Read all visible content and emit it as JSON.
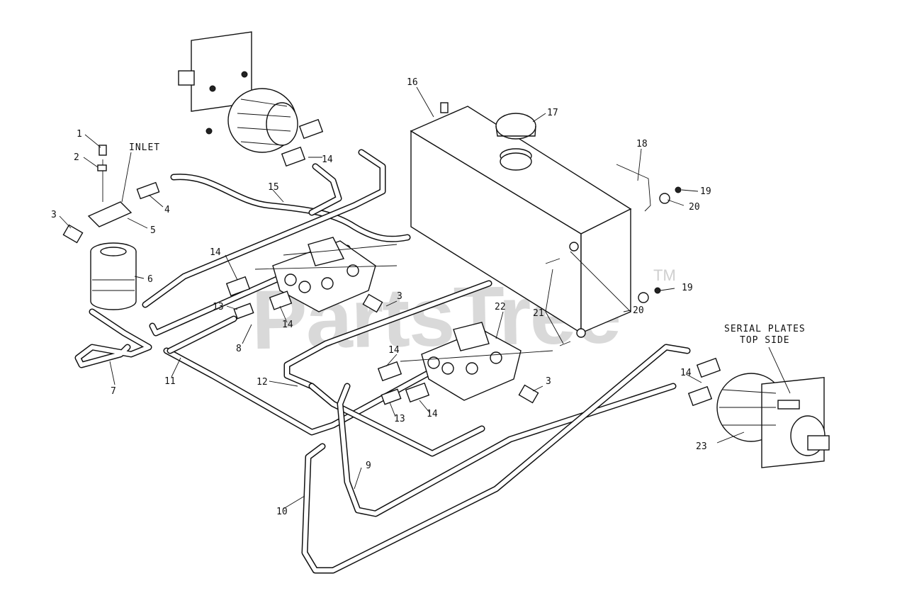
{
  "diagram": {
    "callouts": [
      {
        "id": "c1",
        "text": "1"
      },
      {
        "id": "c2",
        "text": "2"
      },
      {
        "id": "c3a",
        "text": "3"
      },
      {
        "id": "c4",
        "text": "4"
      },
      {
        "id": "c5",
        "text": "5"
      },
      {
        "id": "c6",
        "text": "6"
      },
      {
        "id": "c7",
        "text": "7"
      },
      {
        "id": "c8",
        "text": "8"
      },
      {
        "id": "c9",
        "text": "9"
      },
      {
        "id": "c10",
        "text": "10"
      },
      {
        "id": "c11",
        "text": "11"
      },
      {
        "id": "c12",
        "text": "12"
      },
      {
        "id": "c13a",
        "text": "13"
      },
      {
        "id": "c13b",
        "text": "13"
      },
      {
        "id": "c14a",
        "text": "14"
      },
      {
        "id": "c14b",
        "text": "14"
      },
      {
        "id": "c14c",
        "text": "14"
      },
      {
        "id": "c14d",
        "text": "14"
      },
      {
        "id": "c14e",
        "text": "14"
      },
      {
        "id": "c14f",
        "text": "14"
      },
      {
        "id": "c15",
        "text": "15"
      },
      {
        "id": "c16",
        "text": "16"
      },
      {
        "id": "c17",
        "text": "17"
      },
      {
        "id": "c18",
        "text": "18"
      },
      {
        "id": "c19a",
        "text": "19"
      },
      {
        "id": "c19b",
        "text": "19"
      },
      {
        "id": "c20a",
        "text": "20"
      },
      {
        "id": "c20b",
        "text": "20"
      },
      {
        "id": "c21",
        "text": "21"
      },
      {
        "id": "c22",
        "text": "22"
      },
      {
        "id": "c23",
        "text": "23"
      },
      {
        "id": "c3b",
        "text": "3"
      },
      {
        "id": "c3c",
        "text": "3"
      }
    ],
    "inlet_label": "INLET",
    "serial_label_line1": "SERIAL PLATES",
    "serial_label_line2": "TOP SIDE",
    "watermark": "PartsTree",
    "watermark_tm": "TM"
  }
}
